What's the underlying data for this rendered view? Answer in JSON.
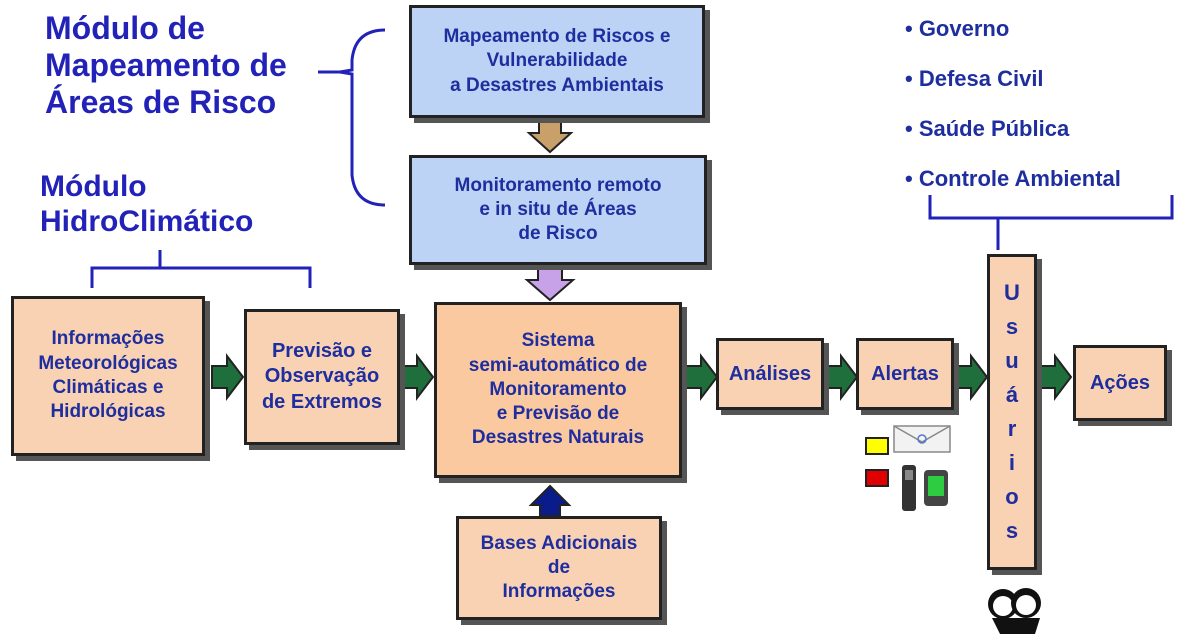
{
  "modules": {
    "mapping": "Módulo de\nMapeamento de\nÁreas de Risco",
    "hydro": "Módulo\nHidroClimático"
  },
  "boxes": {
    "risk_mapping": "Mapeamento de Riscos e\nVulnerabilidade\na Desastres  Ambientais",
    "remote_monitoring": "Monitoramento remoto\ne  in situ de Áreas\nde  Risco",
    "met_info": "Informações\nMeteorológicas\nClimáticas e\nHidrológicas",
    "forecast": "Previsão e\nObservação\nde Extremos",
    "system": "Sistema\nsemi-automático de\nMonitoramento\ne Previsão de\nDesastres  Naturais",
    "analyses": "Análises",
    "alerts": "Alertas",
    "users_letters": [
      "U",
      "s",
      "u",
      "á",
      "r",
      "i",
      "o",
      "s"
    ],
    "actions": "Ações",
    "additional_bases": "Bases Adicionais\nde\nInformações"
  },
  "user_groups": [
    "• Governo",
    "• Defesa Civil",
    "• Saúde Pública",
    "• Controle Ambiental"
  ],
  "colors": {
    "box_peach": "#f9d2b4",
    "box_blue": "#bcd3f5",
    "arrow_green": "#1f6f3c",
    "arrow_brown": "#c9a06a",
    "arrow_violet": "#c8a2e8",
    "arrow_navy": "#0a1c8c",
    "text_blue": "#1f2e9e",
    "module_blue": "#2222b8"
  }
}
